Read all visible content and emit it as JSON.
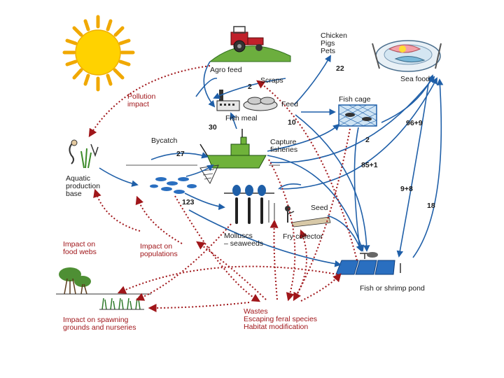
{
  "labels": {
    "chicken_pigs_pets": "Chicken\nPigs\nPets",
    "agro_feed": "Agro feed",
    "sea_food": "Sea food",
    "pollution_impact": "Pollution\nimpact",
    "scraps": "Scraps",
    "feed": "Feed",
    "fish_meal": "Fish meal",
    "fish_cage": "Fish cage",
    "bycatch": "Bycatch",
    "capture_fisheries": "Capture\nfisheries",
    "aquatic_production_base": "Aquatic\nproduction\nbase",
    "seed": "Seed",
    "molluscs_seaweeds": "Molluscs\n– seaweeds",
    "fry_collector": "Fry collector",
    "impact_food_webs": "Impact on\nfood webs",
    "impact_populations": "Impact on\npopulations",
    "fish_shrimp_pond": "Fish or shrimp pond",
    "impact_spawning": "Impact on spawning\ngrounds and nurseries",
    "wastes": "Wastes\nEscaping feral species\nHabitat modification"
  },
  "flows": {
    "pets": "22",
    "scraps": "2",
    "fish_meal_in": "30",
    "feed": "10",
    "cage_out": "96+9",
    "bycatch": "27",
    "capture_to_cage": "2",
    "capture_out": "85+1",
    "molluscs_out": "9+8",
    "pond_out": "18",
    "base": "123"
  },
  "colors": {
    "flow_arrow": "#1f5fa8",
    "impact_arrow": "#a0161a",
    "sun": "#ffd200",
    "sun_rays": "#f0a800",
    "tractor": "#c0202a",
    "hill": "#6cae3e",
    "boat": "#6fb23a",
    "water": "#2a6fc0"
  }
}
